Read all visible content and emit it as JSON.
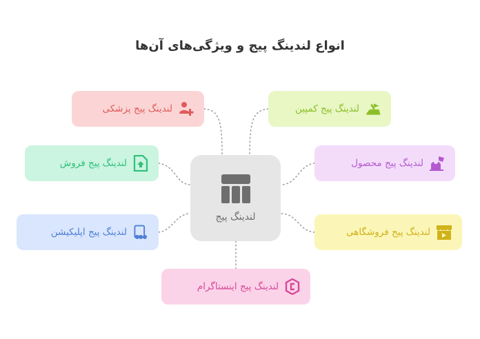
{
  "title": "انواع لندینگ پیج و ویژگی‌های آن‌ها",
  "center": {
    "label": "لندینگ پیج",
    "icon": "layout-icon"
  },
  "cards": {
    "medical": {
      "label": "لندینگ پیج پزشکی",
      "icon": "doctor-icon",
      "bg": "#fbd5d5",
      "color": "#e05a5a"
    },
    "campaign": {
      "label": "لندینگ پیج کمپین",
      "icon": "campaign-icon",
      "bg": "#e8f7c4",
      "color": "#8bbf2a"
    },
    "sales": {
      "label": "لندینگ پیج فروش",
      "icon": "sales-icon",
      "bg": "#cbf5e0",
      "color": "#2fbf7a"
    },
    "product": {
      "label": "لندینگ پیج محصول",
      "icon": "product-icon",
      "bg": "#f3dcfa",
      "color": "#b45ad0"
    },
    "app": {
      "label": "لندینگ پیج اپلیکیشن",
      "icon": "app-icon",
      "bg": "#d9e6fd",
      "color": "#4f7fd6"
    },
    "store": {
      "label": "لندینگ پیج فروشگاهی",
      "icon": "store-icon",
      "bg": "#fbf6b8",
      "color": "#d0b21a"
    },
    "instagram": {
      "label": "لندینگ پیج اینستاگرام",
      "icon": "instagram-icon",
      "bg": "#fbd3e9",
      "color": "#d64a98"
    }
  }
}
